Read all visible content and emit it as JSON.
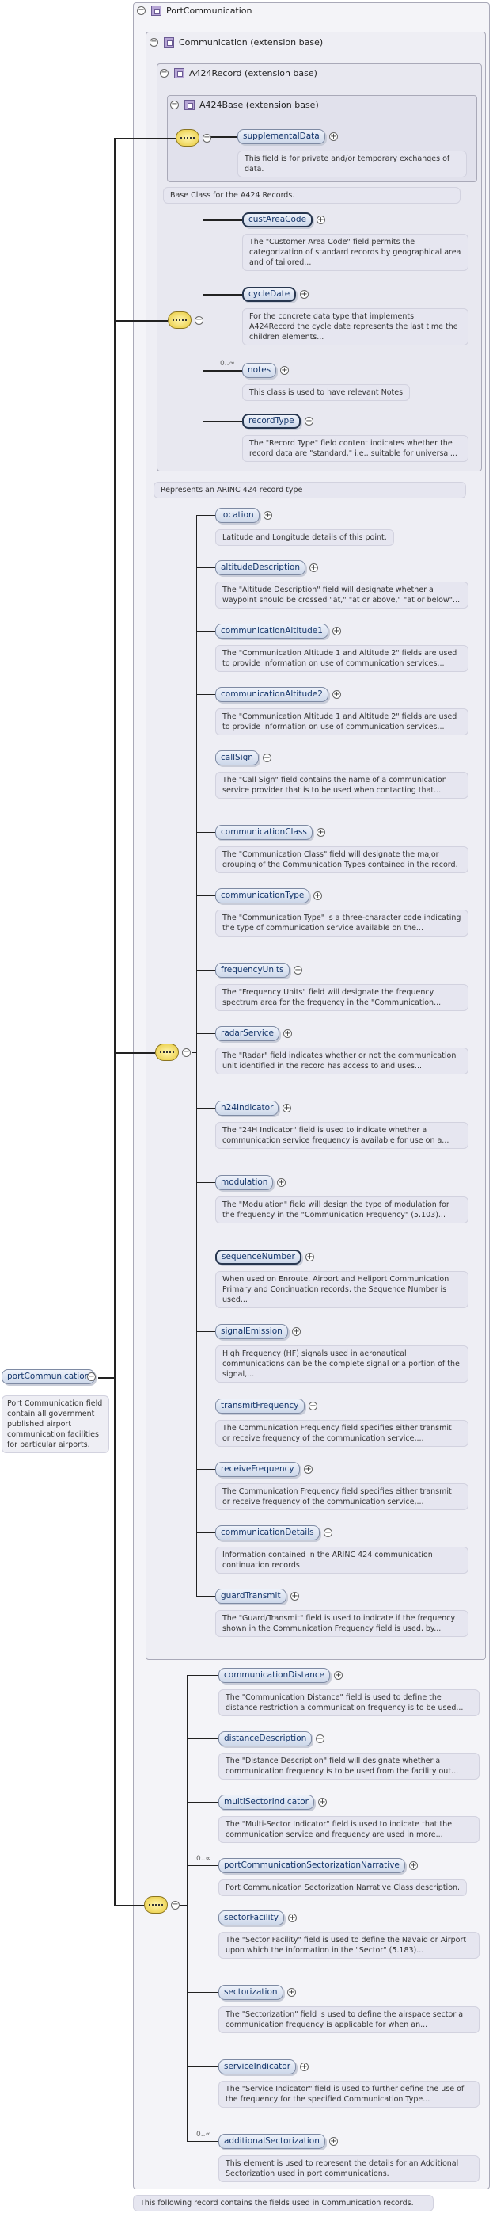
{
  "root": {
    "name": "portCommunication",
    "doc": "Port Communication field contain all government published airport communication facilities for particular airports."
  },
  "frames": {
    "pc": "PortCommunication",
    "comm": "Communication (extension base)",
    "rec": "A424Record (extension base)",
    "base": "A424Base (extension base)"
  },
  "base_elements": [
    {
      "name": "supplementalData",
      "doc": "This field is for private and/or temporary exchanges of data."
    }
  ],
  "base_doc": "Base Class for the A424 Records.",
  "record_elements": [
    {
      "name": "custAreaCode",
      "doc": "The \"Customer Area Code\" field permits the categorization of standard records by geographical area and of tailored..."
    },
    {
      "name": "cycleDate",
      "doc": "For the concrete data type that implements A424Record the cycle date represents the last time the children elements..."
    },
    {
      "name": "notes",
      "cardinality": "0..∞",
      "doc": "This class is used to have relevant Notes"
    },
    {
      "name": "recordType",
      "doc": "The \"Record Type\" field content indicates whether the record data are \"standard,\" i.e., suitable for universal..."
    }
  ],
  "record_doc": "Represents an ARINC 424 record type",
  "comm_elements": [
    {
      "name": "location",
      "doc": "Latitude and Longitude details of this point."
    },
    {
      "name": "altitudeDescription",
      "doc": "The \"Altitude Description\" field will designate whether a waypoint should be crossed \"at,\" \"at or above,\" \"at or below\"..."
    },
    {
      "name": "communicationAltitude1",
      "doc": "The \"Communication Altitude 1 and Altitude 2\" fields are used to provide information on use of communication services..."
    },
    {
      "name": "communicationAltitude2",
      "doc": "The \"Communication Altitude 1 and Altitude 2\" fields are used to provide information on use of communication services..."
    },
    {
      "name": "callSign",
      "doc": "The \"Call Sign\" field contains the name of a communication service provider that is to be used when contacting that..."
    },
    {
      "name": "communicationClass",
      "doc": "The \"Communication Class\" field will designate the major grouping of the Communication Types contained in the record."
    },
    {
      "name": "communicationType",
      "doc": "The \"Communication Type\" is a three-character code indicating the type of communication service available on the..."
    },
    {
      "name": "frequencyUnits",
      "doc": "The \"Frequency Units\" field will designate the frequency spectrum area for the frequency in the \"Communication..."
    },
    {
      "name": "radarService",
      "doc": "The \"Radar\" field indicates whether or not the communication unit identified in the record has access to and uses..."
    },
    {
      "name": "h24Indicator",
      "doc": "The \"24H Indicator\" field is used to indicate whether a communication service frequency is available for use on a..."
    },
    {
      "name": "modulation",
      "doc": "The \"Modulation\" field will design the type of modulation for the frequency in the \"Communication Frequency\" (5.103)..."
    },
    {
      "name": "sequenceNumber",
      "doc": "When used on Enroute, Airport and Heliport Communication Primary and Continuation records, the Sequence Number is used..."
    },
    {
      "name": "signalEmission",
      "doc": "High Frequency (HF) signals used in aeronautical communications can be the complete signal or a portion of the signal,..."
    },
    {
      "name": "transmitFrequency",
      "doc": "The Communication Frequency field specifies either transmit or receive frequency of the communication service,..."
    },
    {
      "name": "receiveFrequency",
      "doc": "The Communication Frequency field specifies either transmit or receive frequency of the communication service,..."
    },
    {
      "name": "communicationDetails",
      "doc": "Information contained in the ARINC 424 communication continuation records"
    },
    {
      "name": "guardTransmit",
      "doc": "The \"Guard/Transmit\" field is used to indicate if the frequency shown in the Communication Frequency field is used, by..."
    }
  ],
  "pc_elements": [
    {
      "name": "communicationDistance",
      "doc": "The \"Communication Distance\" field is used to define the distance restriction a communication frequency is to be used..."
    },
    {
      "name": "distanceDescription",
      "doc": "The \"Distance Description\" field will designate whether a communication frequency is to be used from the facility out..."
    },
    {
      "name": "multiSectorIndicator",
      "doc": "The \"Multi-Sector Indicator\" field is used to indicate that the communication service and frequency are used in more..."
    },
    {
      "name": "portCommunicationSectorizationNarrative",
      "cardinality": "0..∞",
      "doc": "Port Communication Sectorization Narrative Class description."
    },
    {
      "name": "sectorFacility",
      "doc": "The \"Sector Facility\" field is used to define the Navaid or Airport upon which the information in the \"Sector\" (5.183)..."
    },
    {
      "name": "sectorization",
      "doc": "The \"Sectorization\" field is used to define the airspace sector a communication frequency is applicable for when an..."
    },
    {
      "name": "serviceIndicator",
      "doc": "The \"Service Indicator\" field is used to further define the use of the frequency for the specified Communication Type..."
    },
    {
      "name": "additionalSectorization",
      "cardinality": "0..∞",
      "doc": "This element is used to represent the details for an Additional Sectorization used in port communications."
    }
  ],
  "pc_doc": "This following record contains the fields used in Communication records."
}
